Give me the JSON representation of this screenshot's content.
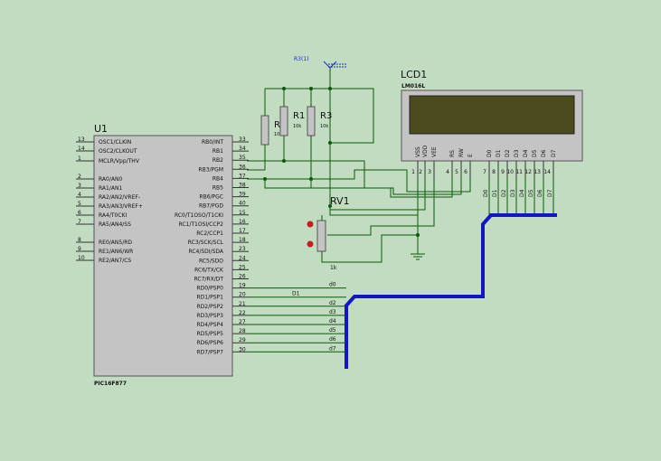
{
  "colors": {
    "background": "#c1dcc0",
    "wire": "#0a5a0a",
    "bus": "#1414c8",
    "chip_fill": "#c4c4c4",
    "lcd_screen": "#4a4a1c",
    "label_blue": "#1a2ad6",
    "pot_dot": "#c81e1e"
  },
  "u1": {
    "ref": "U1",
    "part": "PIC16F877",
    "left_pins": [
      {
        "num": "13",
        "name": "OSC1/CLKIN"
      },
      {
        "num": "14",
        "name": "OSC2/CLKOUT"
      },
      {
        "num": "1",
        "name": "MCLR/Vpp/THV"
      },
      {
        "num": "2",
        "name": "RA0/AN0"
      },
      {
        "num": "3",
        "name": "RA1/AN1"
      },
      {
        "num": "4",
        "name": "RA2/AN2/VREF-"
      },
      {
        "num": "5",
        "name": "RA3/AN3/VREF+"
      },
      {
        "num": "6",
        "name": "RA4/T0CKI"
      },
      {
        "num": "7",
        "name": "RA5/AN4/SS"
      },
      {
        "num": "8",
        "name": "RE0/AN5/RD"
      },
      {
        "num": "9",
        "name": "RE1/AN6/WR"
      },
      {
        "num": "10",
        "name": "RE2/AN7/CS"
      }
    ],
    "right_pins": [
      {
        "num": "33",
        "name": "RB0/INT"
      },
      {
        "num": "34",
        "name": "RB1"
      },
      {
        "num": "35",
        "name": "RB2"
      },
      {
        "num": "36",
        "name": "RB3/PGM"
      },
      {
        "num": "37",
        "name": "RB4"
      },
      {
        "num": "38",
        "name": "RB5"
      },
      {
        "num": "39",
        "name": "RB6/PGC"
      },
      {
        "num": "40",
        "name": "RB7/PGD"
      },
      {
        "num": "15",
        "name": "RC0/T1OSO/T1CKI"
      },
      {
        "num": "16",
        "name": "RC1/T1OSI/CCP2"
      },
      {
        "num": "17",
        "name": "RC2/CCP1"
      },
      {
        "num": "18",
        "name": "RC3/SCK/SCL"
      },
      {
        "num": "23",
        "name": "RC4/SDI/SDA"
      },
      {
        "num": "24",
        "name": "RC5/SDO"
      },
      {
        "num": "25",
        "name": "RC6/TX/CK"
      },
      {
        "num": "26",
        "name": "RC7/RX/DT"
      },
      {
        "num": "19",
        "name": "RD0/PSP0"
      },
      {
        "num": "20",
        "name": "RD1/PSP1"
      },
      {
        "num": "21",
        "name": "RD2/PSP2"
      },
      {
        "num": "22",
        "name": "RD3/PSP3"
      },
      {
        "num": "27",
        "name": "RD4/PSP4"
      },
      {
        "num": "28",
        "name": "RD5/PSP5"
      },
      {
        "num": "29",
        "name": "RD6/PSP6"
      },
      {
        "num": "30",
        "name": "RD7/PSP7"
      }
    ]
  },
  "lcd": {
    "ref": "LCD1",
    "part": "LM016L",
    "pins": [
      {
        "num": "1",
        "name": "VSS"
      },
      {
        "num": "2",
        "name": "VDD"
      },
      {
        "num": "3",
        "name": "VEE"
      },
      {
        "num": "4",
        "name": "RS"
      },
      {
        "num": "5",
        "name": "RW"
      },
      {
        "num": "6",
        "name": "E"
      },
      {
        "num": "7",
        "name": "D0"
      },
      {
        "num": "8",
        "name": "D1"
      },
      {
        "num": "9",
        "name": "D2"
      },
      {
        "num": "10",
        "name": "D3"
      },
      {
        "num": "11",
        "name": "D4"
      },
      {
        "num": "12",
        "name": "D5"
      },
      {
        "num": "13",
        "name": "D6"
      },
      {
        "num": "14",
        "name": "D7"
      }
    ],
    "bus_labels": [
      "D0",
      "D1",
      "D2",
      "D3",
      "D4",
      "D5",
      "D6",
      "D7"
    ]
  },
  "resistors": [
    {
      "ref": "R2",
      "value": "10k"
    },
    {
      "ref": "R1",
      "value": "10k"
    },
    {
      "ref": "R3",
      "value": "10k"
    }
  ],
  "pot": {
    "ref": "RV1",
    "value": "1k"
  },
  "power": {
    "label": "R3(1)"
  },
  "net_labels": {
    "d_labels": [
      "d0",
      "D1",
      "d2",
      "d3",
      "d4",
      "d5",
      "d6",
      "d7"
    ]
  }
}
